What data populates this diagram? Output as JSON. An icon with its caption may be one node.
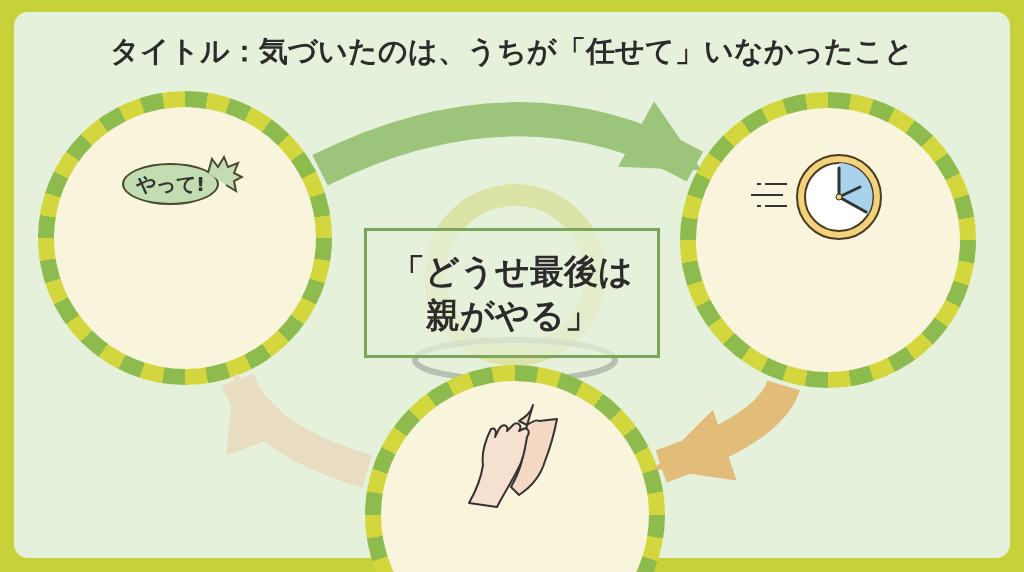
{
  "diagram": {
    "title": "タイトル：気づいたのは、うちが「任せて」いなかったこと",
    "nodes": [
      {
        "text": [],
        "shape": "circle"
      },
      {
        "text": [
          "やって!"
        ],
        "in": 0
      },
      {
        "text": [],
        "shape": "circle"
      },
      {
        "text": [],
        "shape": "circle"
      },
      {
        "text": [
          "「どうせ最後は親がやる」"
        ]
      }
    ],
    "edges": [
      {
        "from": 0,
        "to": 2,
        "arrow": "to",
        "color": "#9cc47a"
      },
      {
        "from": 2,
        "to": 3,
        "arrow": "to",
        "color": "#e2bd7a"
      },
      {
        "from": 3,
        "to": 0,
        "arrow": "to",
        "color": "#e8dcc2"
      }
    ]
  }
}
